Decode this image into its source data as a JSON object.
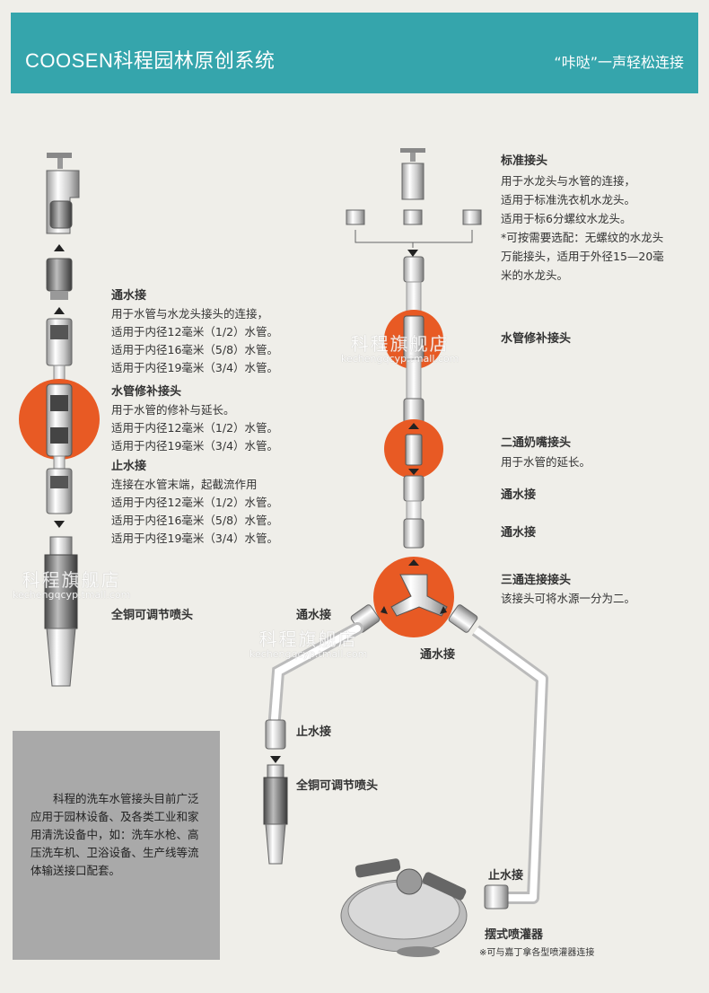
{
  "header": {
    "brand": "COOSEN科程园林原创系统",
    "slogan": "“咔哒”一声轻松连接"
  },
  "left": {
    "tongshuijie": {
      "title": "通水接",
      "lines": [
        "用于水管与水龙头接头的连接，",
        "适用于内径12毫米（1/2）水管。",
        "适用于内径16毫米（5/8）水管。",
        "适用于内径19毫米（3/4）水管。"
      ]
    },
    "repair": {
      "title": "水管修补接头",
      "lines": [
        "用于水管的修补与延长。",
        "适用于内径12毫米（1/2）水管。",
        "适用于内径19毫米（3/4）水管。"
      ]
    },
    "stop": {
      "title": "止水接",
      "lines": [
        "连接在水管末端，起截流作用",
        "适用于内径12毫米（1/2）水管。",
        "适用于内径16毫米（5/8）水管。",
        "适用于内径19毫米（3/4）水管。"
      ]
    },
    "nozzle": "全铜可调节喷头"
  },
  "right": {
    "standard": {
      "title": "标准接头",
      "lines": [
        "用于水龙头与水管的连接，",
        "适用于标准洗衣机水龙头。",
        "适用于标6分螺纹水龙头。",
        "*可按需要选配：无螺纹的水龙头",
        "万能接头，适用于外径15—20毫",
        "米的水龙头。"
      ]
    },
    "repair": "水管修补接头",
    "two_way": {
      "title": "二通奶嘴接头",
      "line": "用于水管的延长。"
    },
    "tongshuijie1": "通水接",
    "tongshuijie2": "通水接",
    "three_way": {
      "title": "三通连接接头",
      "line": "该接头可将水源一分为二。"
    },
    "branch_left": "通水接",
    "branch_right": "通水接",
    "stop": "止水接",
    "nozzle": "全铜可调节喷头",
    "stop2": "止水接",
    "sprinkler": "摆式喷灌器",
    "sprinkler_note": "※可与嘉丁拿各型喷灌器连接"
  },
  "watermark": {
    "cn": "科程旗舰店",
    "en": "kechengqcyp.tmall.com"
  },
  "graybox": {
    "text": "科程的洗车水管接头目前广泛应用于园林设备、及各类工业和家用清洗设备中，如：洗车水枪、高压洗车机、卫浴设备、生产线等流体输送接口配套。"
  },
  "colors": {
    "header": "#35a5ac",
    "accent": "#e85a24",
    "background": "#efeee9",
    "graybox": "#a9a9a9"
  }
}
